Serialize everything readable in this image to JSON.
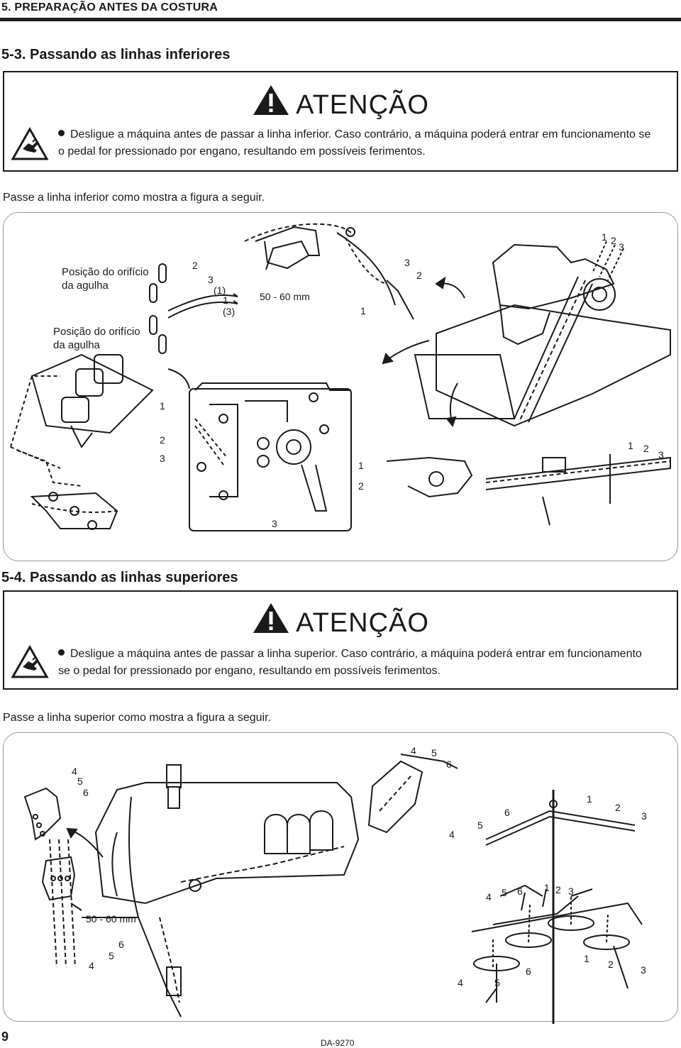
{
  "chapter_header": "5. PREPARAÇÃO ANTES DA COSTURA",
  "section_lower": {
    "title": "5-3. Passando as linhas inferiores",
    "caution": {
      "title": "ATENÇÃO",
      "line1": "Desligue a máquina antes de passar a linha inferior. Caso contrário, a máquina poderá entrar em funcionamento se",
      "line2": "o pedal for pressionado por engano, resultando em possíveis ferimentos."
    },
    "intro": "Passe a linha inferior como mostra a figura a seguir.",
    "figure": {
      "needle_hole_label_1a": "Posição do orifício",
      "needle_hole_label_1b": "da agulha",
      "needle_hole_label_2a": "Posição do orifício",
      "needle_hole_label_2b": "da agulha",
      "distance": "50 - 60 mm",
      "n1": "1",
      "n2": "2",
      "n3": "3",
      "p1": "(1)",
      "p3": "(3)"
    }
  },
  "section_upper": {
    "title": "5-4. Passando as linhas superiores",
    "caution": {
      "title": "ATENÇÃO",
      "line1": "Desligue a máquina antes de passar a linha superior. Caso contrário, a máquina poderá entrar em funcionamento",
      "line2": "se o pedal for pressionado por engano, resultando em possíveis ferimentos."
    },
    "intro": "Passe a linha superior como mostra a figura a seguir.",
    "figure": {
      "distance": "50 - 60 mm",
      "n1": "1",
      "n2": "2",
      "n3": "3",
      "n4": "4",
      "n5": "5",
      "n6": "6"
    }
  },
  "footer": {
    "page_number": "9",
    "doc_code": "DA-9270"
  },
  "icons": {
    "warning": "warning-triangle-icon",
    "hand_hazard": "hand-pinch-hazard-icon"
  }
}
